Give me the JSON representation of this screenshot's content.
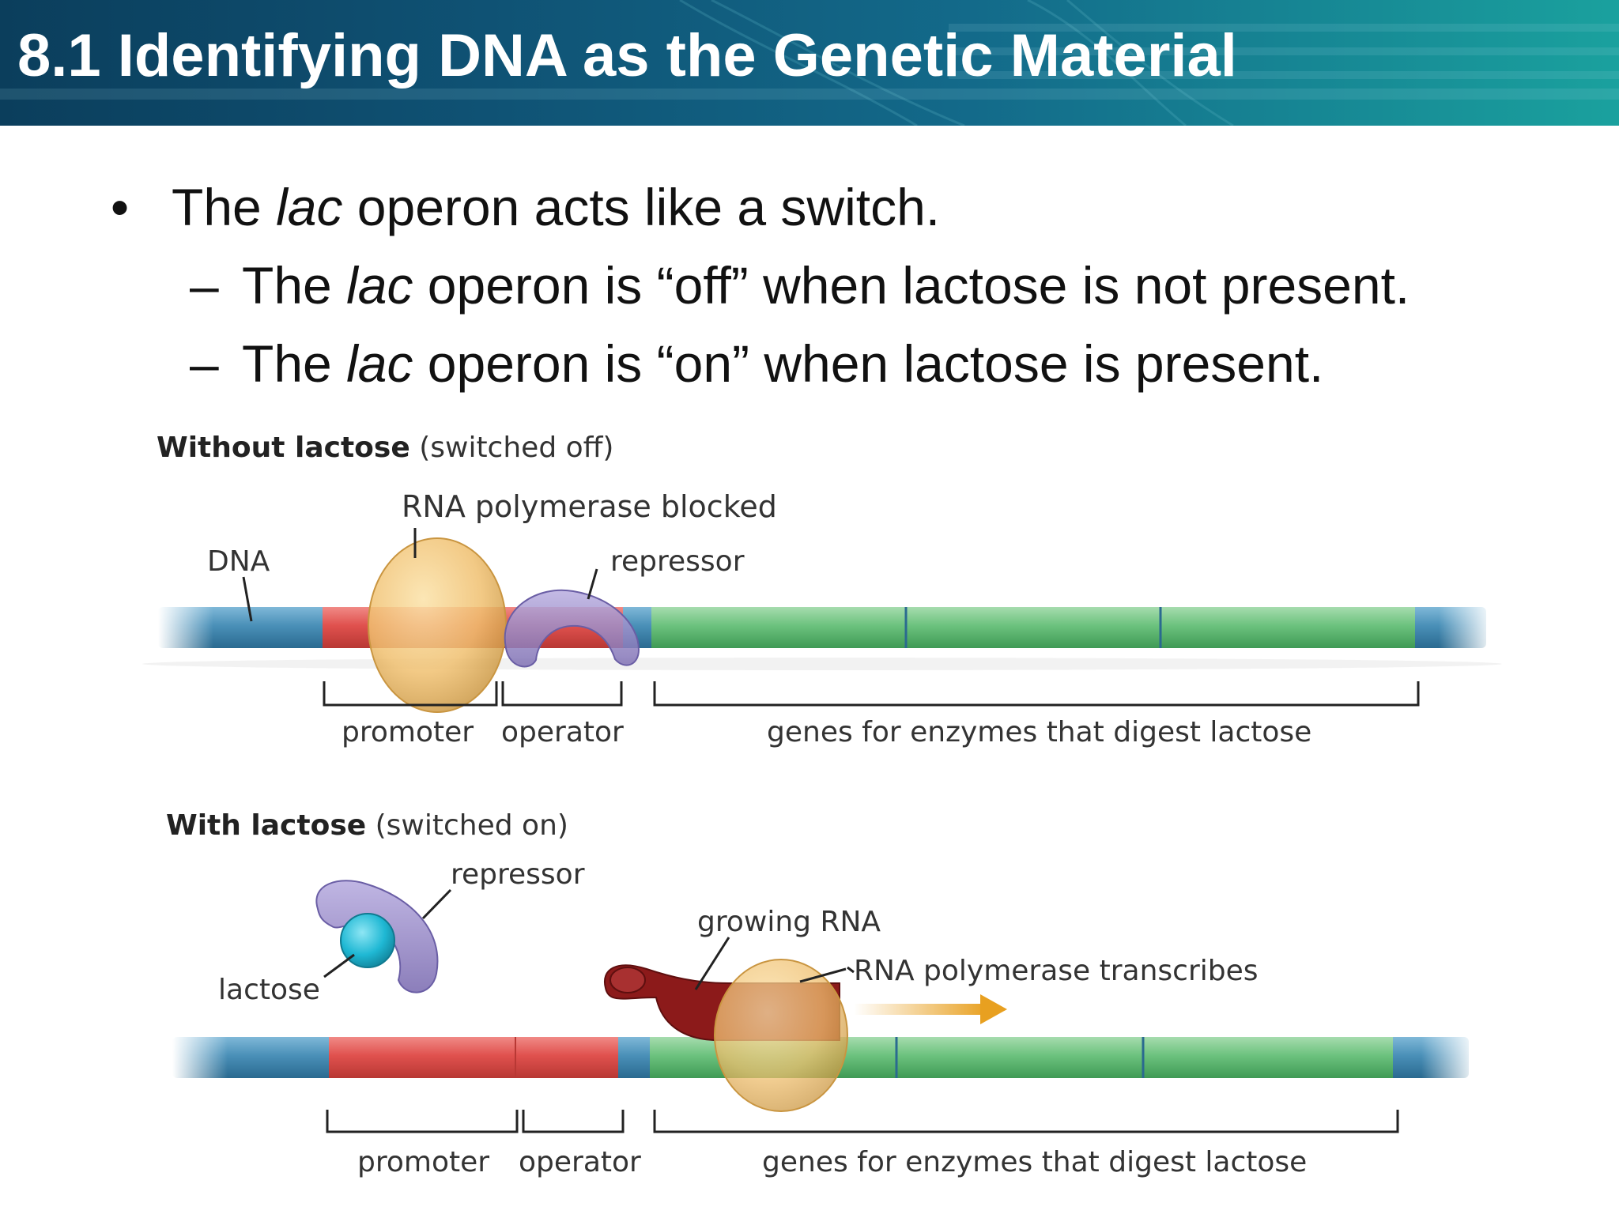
{
  "slide": {
    "title": "8.1 Identifying DNA as the Genetic Material"
  },
  "bullets": {
    "main": {
      "marker": "•",
      "pre": "The ",
      "em": "lac",
      "post": " operon acts like a switch."
    },
    "sub1": {
      "marker": "–",
      "pre": "The ",
      "em": "lac",
      "post": " operon is “off” when lactose is not present."
    },
    "sub2": {
      "marker": "–",
      "pre": "The ",
      "em": "lac",
      "post": " operon is “on” when lactose is present."
    }
  },
  "diagram_off": {
    "heading_bold": "Without lactose",
    "heading_normal": " (switched off)",
    "label_rna_polymerase": "RNA polymerase blocked",
    "label_dna": "DNA",
    "label_repressor": "repressor",
    "label_promoter": "promoter",
    "label_operator": "operator",
    "label_genes": "genes for enzymes that digest lactose"
  },
  "diagram_on": {
    "heading_bold": "With lactose",
    "heading_normal": " (switched on)",
    "label_repressor": "repressor",
    "label_lactose": "lactose",
    "label_growing_rna": "growing RNA",
    "label_rna_polymerase": "RNA polymerase transcribes",
    "label_promoter": "promoter",
    "label_operator": "operator",
    "label_genes": "genes for enzymes that digest lactose"
  },
  "colors": {
    "dna_blue": "#4a90b8",
    "promoter_red": "#e0514e",
    "gene_green": "#6cc27e",
    "polymerase_gold": "#f0c070",
    "repressor_purple": "#9b8ec7",
    "lactose_cyan": "#1fb8d4",
    "rna_darkred": "#8c1a1a",
    "arrow_orange": "#e8a020"
  }
}
